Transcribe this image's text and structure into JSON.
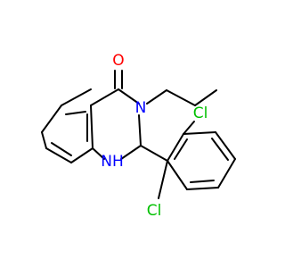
{
  "molecule": {
    "colors": {
      "bond": "#000000",
      "oxygen": "#ff0000",
      "nitrogen": "#0000ff",
      "chlorine": "#00c000",
      "background": "#ffffff"
    },
    "atoms": {
      "oxygen": {
        "text": "O"
      },
      "nitrogen_3": {
        "text": "N"
      },
      "nitrogen_1": {
        "text": "NH"
      },
      "chlorine_top": {
        "text": "Cl"
      },
      "chlorine_bottom": {
        "text": "Cl"
      }
    }
  }
}
